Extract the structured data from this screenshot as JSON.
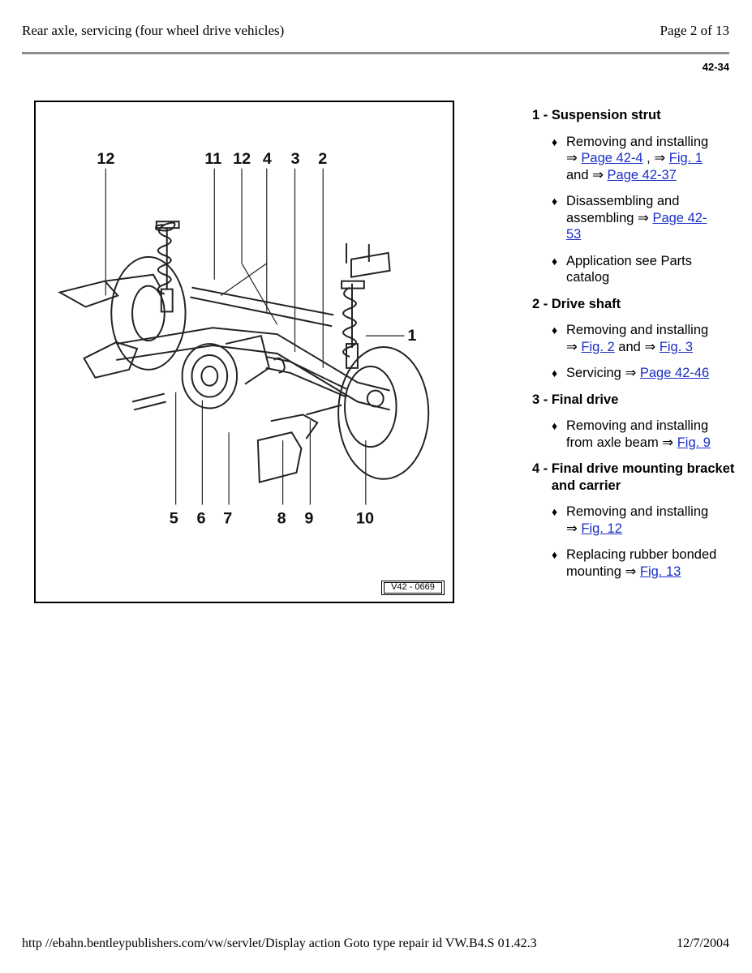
{
  "header": {
    "title": "Rear axle, servicing (four wheel drive vehicles)",
    "page": "Page 2 of 13"
  },
  "page_code": "42-34",
  "figure": {
    "code": "V42 - 0669",
    "callouts": [
      "12",
      "11",
      "12",
      "4",
      "3",
      "2",
      "1",
      "5",
      "6",
      "7",
      "8",
      "9",
      "10"
    ]
  },
  "legend": [
    {
      "num": "1 - ",
      "title": "Suspension strut",
      "bullets": [
        [
          {
            "t": "Removing and installing ⇒ "
          },
          {
            "t": "Page 42-4",
            "link": true
          },
          {
            "t": " , ⇒ "
          },
          {
            "t": "Fig. 1",
            "link": true
          },
          {
            "t": " and ⇒ "
          },
          {
            "t": "Page 42-37",
            "link": true
          }
        ],
        [
          {
            "t": "Disassembling and assembling ⇒ "
          },
          {
            "t": "Page 42-53",
            "link": true
          }
        ],
        [
          {
            "t": "Application see Parts catalog"
          }
        ]
      ]
    },
    {
      "num": "2 - ",
      "title": "Drive shaft",
      "bullets": [
        [
          {
            "t": "Removing and installing ⇒ "
          },
          {
            "t": "Fig. 2",
            "link": true
          },
          {
            "t": " and ⇒ "
          },
          {
            "t": "Fig. 3",
            "link": true
          }
        ],
        [
          {
            "t": "Servicing ⇒ "
          },
          {
            "t": "Page 42-46",
            "link": true
          }
        ]
      ]
    },
    {
      "num": "3 - ",
      "title": "Final drive",
      "bullets": [
        [
          {
            "t": "Removing and installing from axle beam ⇒ "
          },
          {
            "t": "Fig. 9",
            "link": true
          }
        ]
      ]
    },
    {
      "num": "4 - ",
      "title": "Final drive mounting bracket and carrier",
      "bullets": [
        [
          {
            "t": "Removing and installing ⇒ "
          },
          {
            "t": "Fig. 12",
            "link": true
          }
        ],
        [
          {
            "t": "Replacing rubber bonded mounting ⇒ "
          },
          {
            "t": "Fig. 13",
            "link": true
          }
        ]
      ]
    }
  ],
  "footer": {
    "url": "http //ebahn.bentleypublishers.com/vw/servlet/Display action Goto  type repair  id VW.B4.S  01.42.3",
    "date": "12/7/2004"
  }
}
